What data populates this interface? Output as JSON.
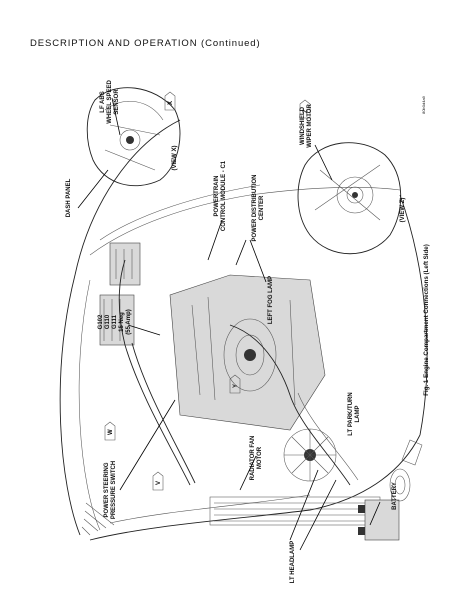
{
  "header": {
    "text": "DESCRIPTION AND OPERATION (Continued)"
  },
  "figure_id": "80b0d4a9",
  "caption": "Fig. 1 Engine Compartment Connections (Left Side)",
  "labels": {
    "lf_abs": [
      "LF ABS",
      "WHEEL SPEED",
      "SENSOR"
    ],
    "dash_panel": "DASH PANEL",
    "view_x": "(VIEW X)",
    "pcm": [
      "POWERTRAIN",
      "CONTROL MODULE - C1"
    ],
    "pdc": [
      "POWER DISTRIBUTION",
      "CENTER"
    ],
    "wiper": [
      "WINDSHIELD",
      "WIPER MOTOR"
    ],
    "view_z": "(VIEW Z)",
    "grounds": [
      "G102",
      "G110",
      "G111",
      "15 Neg",
      "(55 Amp)"
    ],
    "fog_lamp": "LEFT FOG LAMP",
    "ps_switch": [
      "POWER STEERING",
      "PRESSURE SWITCH"
    ],
    "rad_fan": [
      "RADIATOR FAN",
      "MOTOR"
    ],
    "park_turn": [
      "LT PARK/TURN",
      "LAMP"
    ],
    "headlamp": "LT HEADLAMP",
    "battery": "BATTERY"
  },
  "callouts": {
    "x": "X",
    "z": "Z",
    "y": "Y",
    "w": "W",
    "v": "V"
  }
}
